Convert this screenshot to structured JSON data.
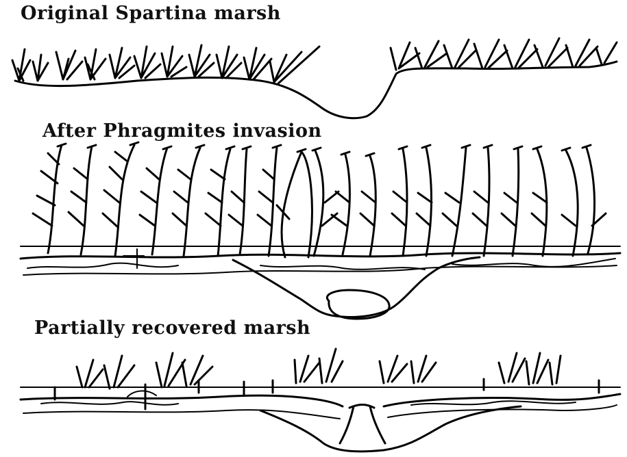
{
  "panels": [
    {
      "title": "Original Spartina marsh"
    },
    {
      "title": "After Phragmites invasion"
    },
    {
      "title": "Partially recovered marsh"
    }
  ],
  "colors": {
    "ink": "#000000",
    "background": "#ffffff"
  }
}
